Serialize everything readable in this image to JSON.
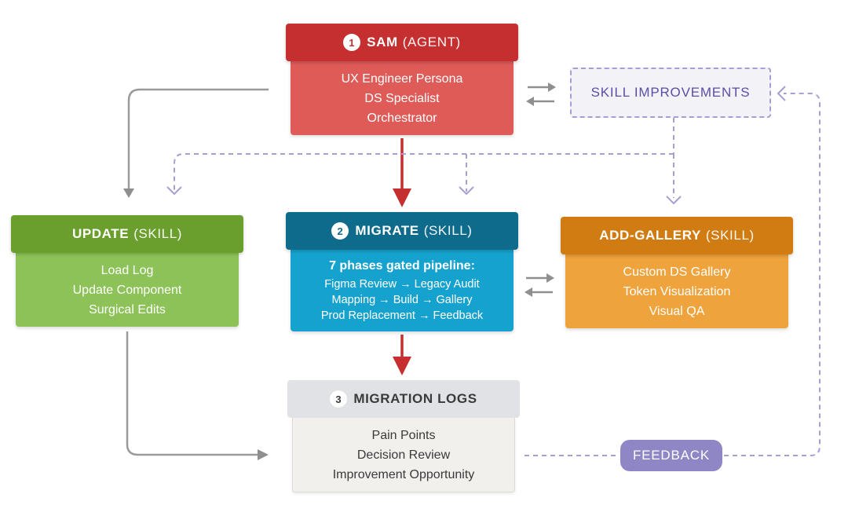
{
  "nodes": {
    "sam": {
      "number": "1",
      "title": "SAM",
      "subtitle": "(AGENT)",
      "lines": [
        "UX Engineer Persona",
        "DS Specialist",
        "Orchestrator"
      ]
    },
    "update": {
      "title": "UPDATE",
      "subtitle": "(SKILL)",
      "lines": [
        "Load Log",
        "Update Component",
        "Surgical Edits"
      ]
    },
    "migrate": {
      "number": "2",
      "title": "MIGRATE",
      "subtitle": "(SKILL)",
      "lead": "7 phases gated pipeline:",
      "lines": [
        "Figma Review → Legacy Audit",
        "Mapping → Build → Gallery",
        "Prod Replacement → Feedback"
      ]
    },
    "gallery": {
      "title": "ADD-GALLERY",
      "subtitle": "(SKILL)",
      "lines": [
        "Custom DS Gallery",
        "Token Visualization",
        "Visual QA"
      ]
    },
    "logs": {
      "number": "3",
      "title": "MIGRATION LOGS",
      "lines": [
        "Pain Points",
        "Decision Review",
        "Improvement Opportunity"
      ]
    },
    "skill_improvements": {
      "label": "SKILL IMPROVEMENTS"
    },
    "feedback": {
      "label": "FEEDBACK"
    }
  },
  "colors": {
    "red_dark": "#c62f2f",
    "red_light": "#de5b58",
    "green_dark": "#6a9f2e",
    "green_light": "#8cc257",
    "blue_dark": "#0e6b8c",
    "blue_light": "#16a2cf",
    "orange_dark": "#d17c12",
    "orange_light": "#efa33c",
    "gray_header": "#e1e2e6",
    "gray_body": "#f2f0ec",
    "purple_dashed": "#a89ed3",
    "purple_fill": "#8f86c6",
    "arrow_gray": "#9a9a9a",
    "arrow_red": "#c62f2f"
  }
}
